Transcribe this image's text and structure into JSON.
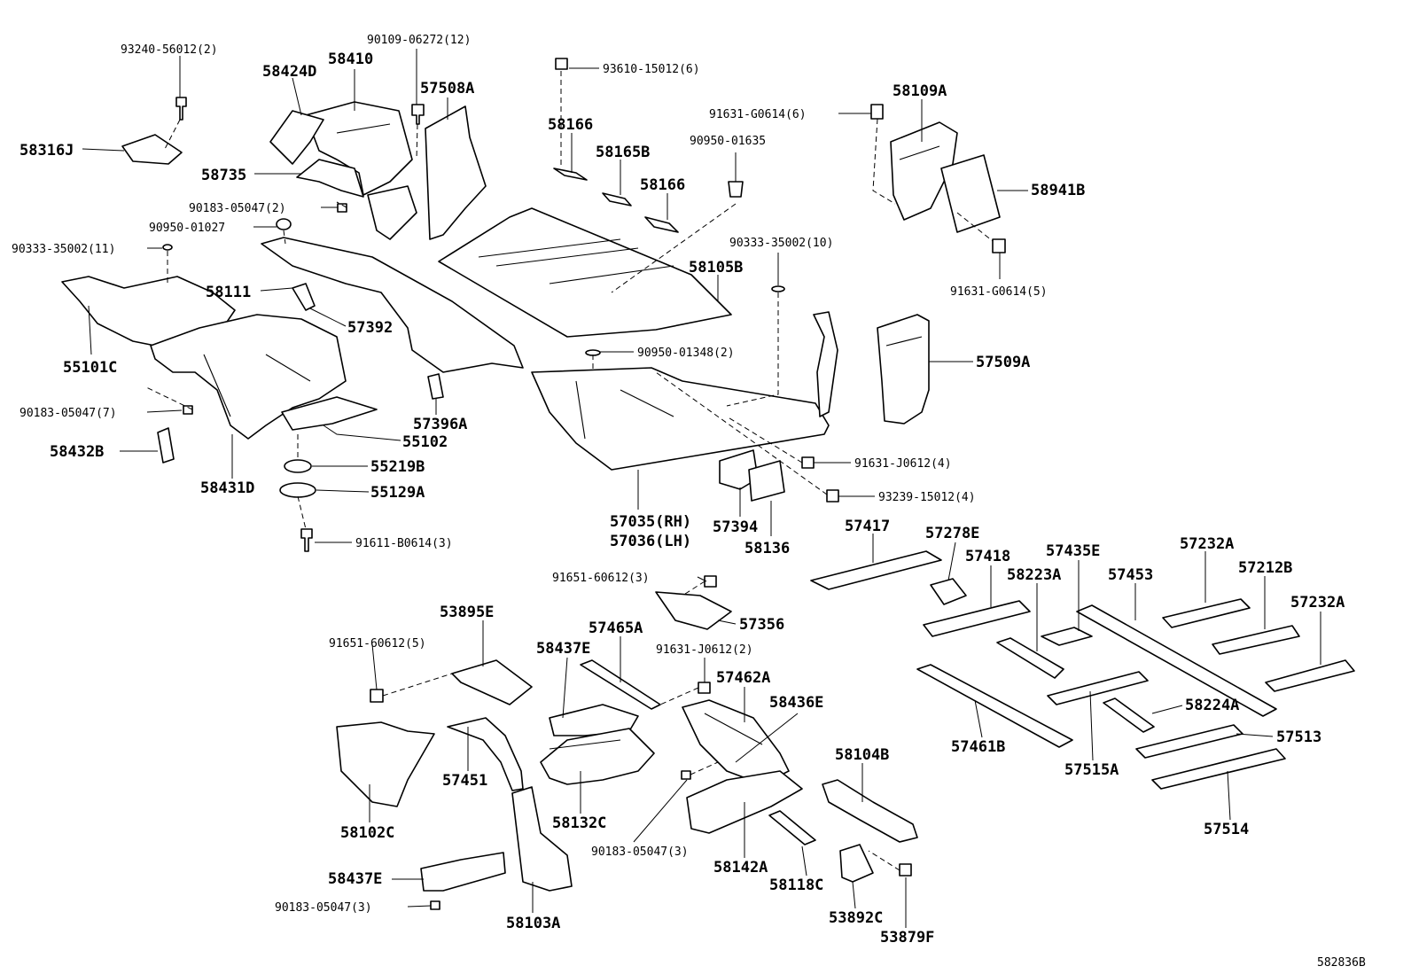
{
  "diagram_id": "582836B",
  "labels": [
    "93240-56012(2)",
    "90109-06272(12)",
    "58424D",
    "58410",
    "57508A",
    "58316J",
    "58735",
    "90183-05047(2)",
    "90950-01027",
    "90333-35002(11)",
    "58111",
    "57392",
    "55101C",
    "90183-05047(7)",
    "58432B",
    "58431D",
    "55102",
    "55219B",
    "55129A",
    "91611-B0614(3)",
    "57396A",
    "93610-15012(6)",
    "58166",
    "58165B",
    "58166",
    "90950-01635",
    "58105B",
    "90333-35002(10)",
    "90950-01348(2)",
    "57035(RH)",
    "57036(LH)",
    "57394",
    "58136",
    "91631-J0612(4)",
    "93239-15012(4)",
    "91631-G0614(6)",
    "58109A",
    "58941B",
    "91631-G0614(5)",
    "57509A",
    "57417",
    "57278E",
    "57418",
    "57435E",
    "58223A",
    "57453",
    "57232A",
    "57212B",
    "57232A",
    "91651-60612(3)",
    "57356",
    "53895E",
    "91651-60612(5)",
    "57465A",
    "58437E",
    "91631-J0612(2)",
    "57462A",
    "58436E",
    "58104B",
    "57461B",
    "57515A",
    "58224A",
    "57513",
    "57514",
    "58102C",
    "57451",
    "58132C",
    "90183-05047(3)",
    "58142A",
    "58118C",
    "58437E",
    "90183-05047(3)",
    "58103A",
    "53892C",
    "53879F"
  ]
}
